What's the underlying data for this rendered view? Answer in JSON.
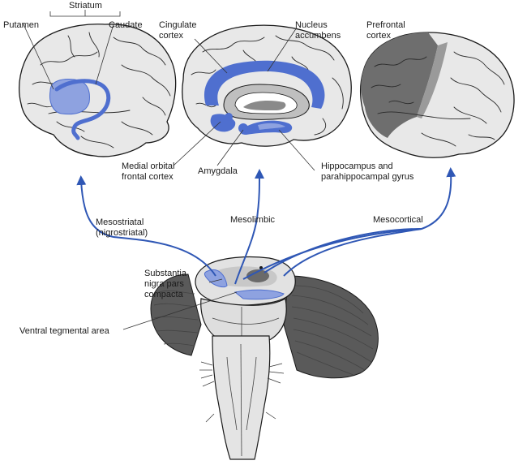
{
  "labels": {
    "striatum": "Striatum",
    "putamen": "Putamen",
    "caudate": "Caudate",
    "cingulate": [
      "Cingulate",
      "cortex"
    ],
    "nucleus_accumbens": [
      "Nucleus",
      "accumbens"
    ],
    "prefrontal": [
      "Prefrontal",
      "cortex"
    ],
    "medial_orbital": [
      "Medial orbital",
      "frontal cortex"
    ],
    "amygdala": "Amygdala",
    "hippocampus": [
      "Hippocampus and",
      "parahippocampal gyrus"
    ],
    "mesostriatal": [
      "Mesostriatal",
      "(nigrostriatal)"
    ],
    "mesolimbic": "Mesolimbic",
    "mesocortical": "Mesocortical",
    "substantia": [
      "Substantia",
      "nigra pars",
      "compacta"
    ],
    "vta": "Ventral tegmental area"
  },
  "colors": {
    "pathway_blue": "#2f57b5",
    "region_blue": "#4f6fcf",
    "region_light_blue": "#8ea2e0",
    "brain_fill": "#e6e6e6",
    "dark_gray": "#6a6a6a",
    "cerebellum": "#5a5a5a"
  }
}
